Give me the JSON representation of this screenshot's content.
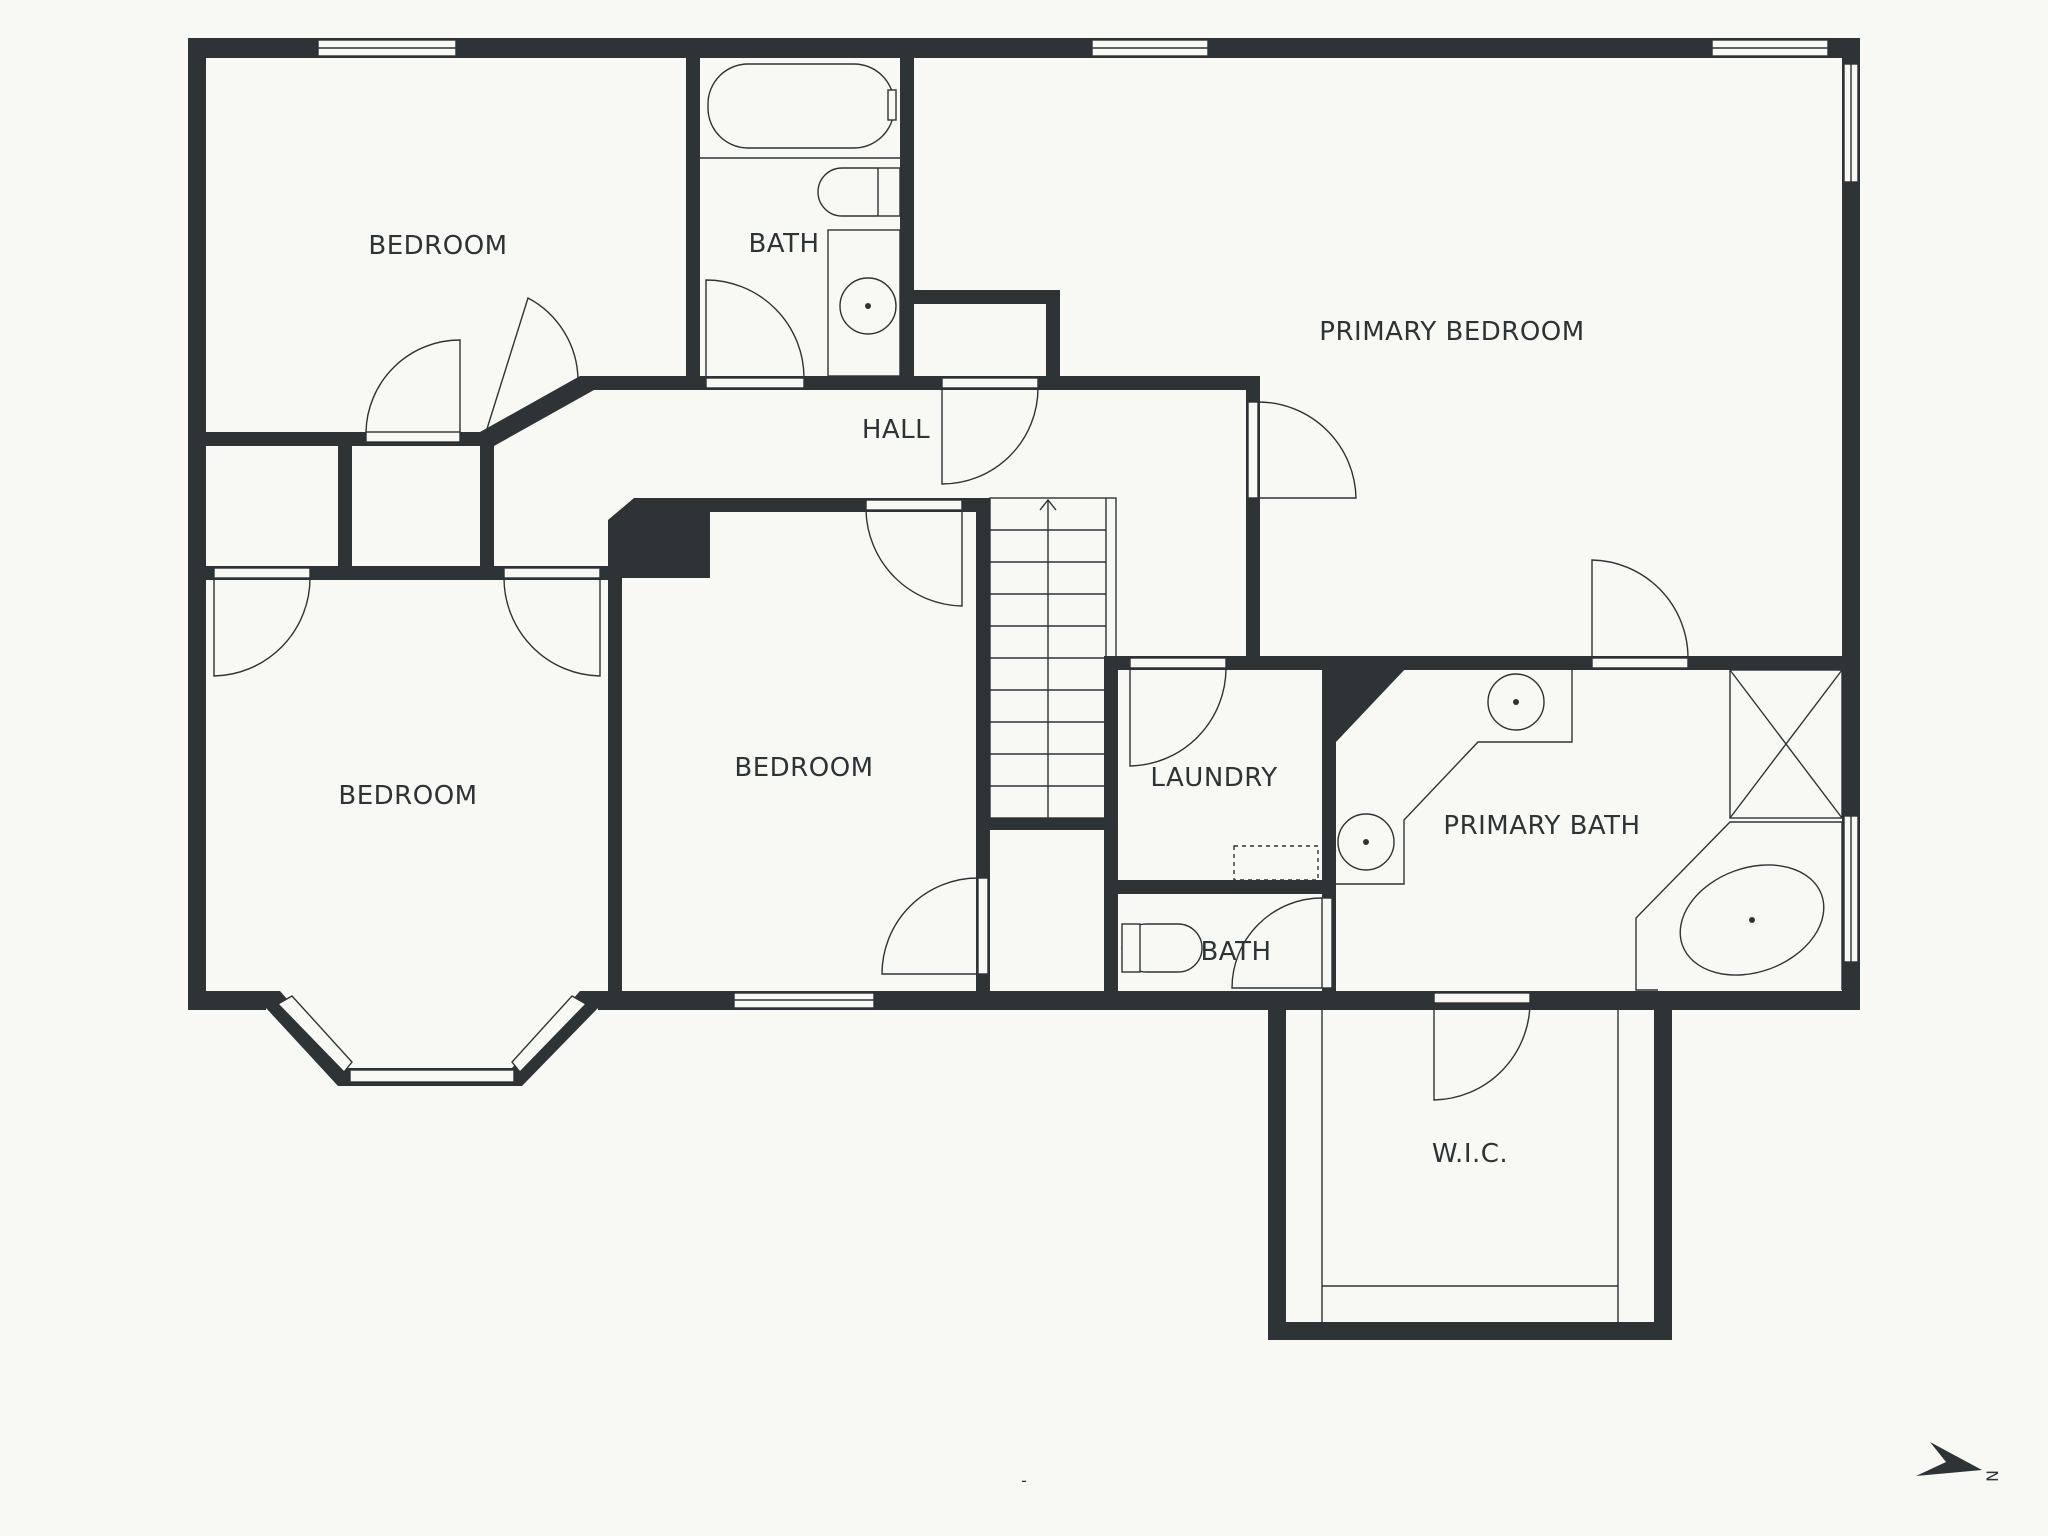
{
  "rooms": {
    "bedroom_1": "BEDROOM",
    "bath_1": "BATH",
    "primary_bedroom": "PRIMARY BEDROOM",
    "hall": "HALL",
    "bedroom_2": "BEDROOM",
    "bedroom_3": "BEDROOM",
    "laundry": "LAUNDRY",
    "primary_bath": "PRIMARY BATH",
    "bath_2": "BATH",
    "wic": "W.I.C."
  },
  "footer": {
    "dash": "-",
    "compass_letter": "N"
  },
  "colors": {
    "background": "#f8f9f4",
    "wall": "#2e3336",
    "line": "#2e3336"
  },
  "icons": {
    "compass": "north-arrow-icon"
  }
}
